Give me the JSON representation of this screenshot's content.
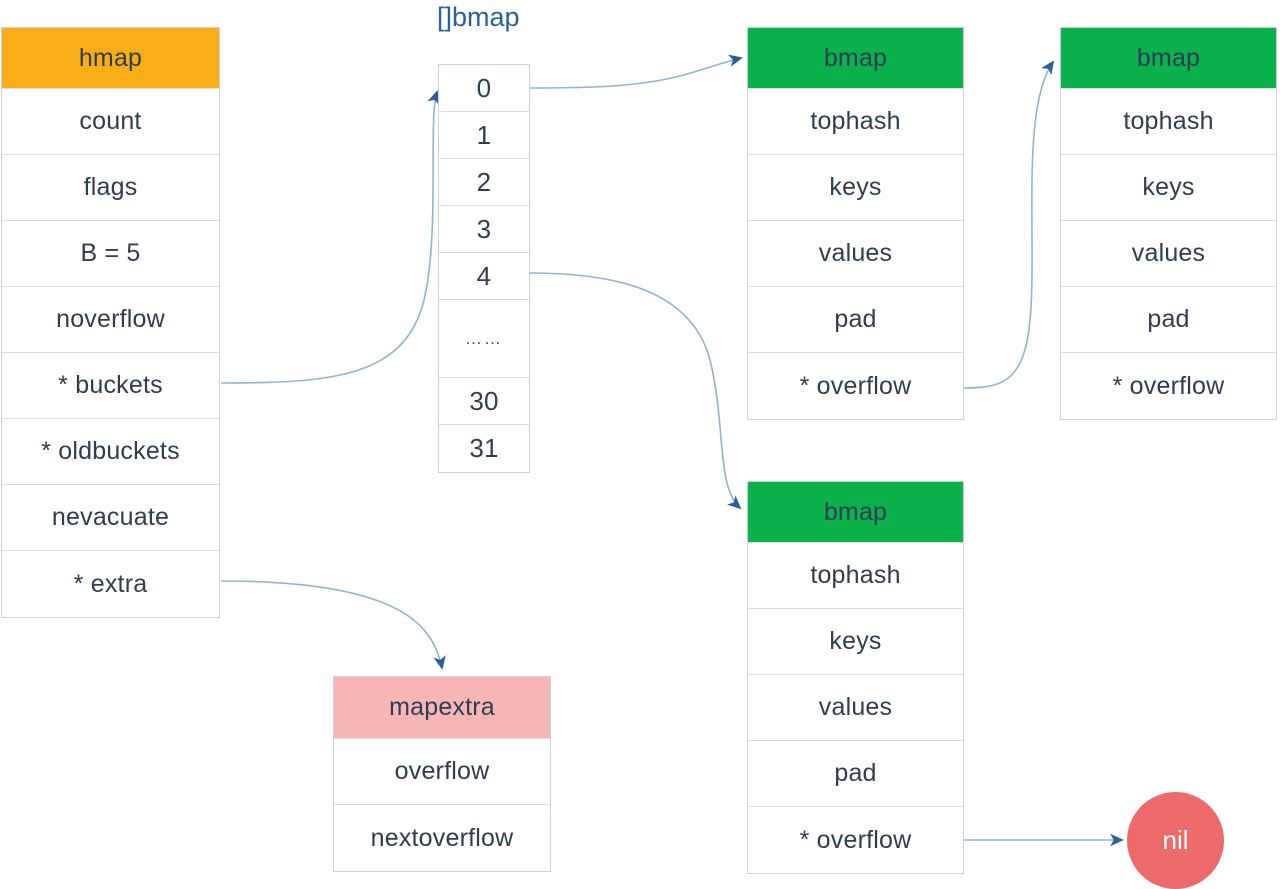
{
  "diagram": {
    "title_label": "[]bmap",
    "colors": {
      "hmap_header": "#f9ae17",
      "bmap_header": "#0bb14b",
      "mapextra_header": "#f6b6b6",
      "nil_circle": "#ec6a6a",
      "edge_line": "#8fb4d6",
      "arrow_head": "#2a6099",
      "text": "#2e3d52",
      "title_text": "#2a6099",
      "border": "#c9d3dd"
    },
    "hmap": {
      "header": "hmap",
      "fields": [
        "count",
        "flags",
        "B = 5",
        "noverflow",
        "* buckets",
        "* oldbuckets",
        "nevacuate",
        "* extra"
      ]
    },
    "bucket_array": {
      "title": "[]bmap",
      "cells": [
        "0",
        "1",
        "2",
        "3",
        "4",
        "……",
        "30",
        "31"
      ]
    },
    "bmap1": {
      "header": "bmap",
      "fields": [
        "tophash",
        "keys",
        "values",
        "pad",
        "* overflow"
      ]
    },
    "bmap2": {
      "header": "bmap",
      "fields": [
        "tophash",
        "keys",
        "values",
        "pad",
        "* overflow"
      ]
    },
    "bmap3": {
      "header": "bmap",
      "fields": [
        "tophash",
        "keys",
        "values",
        "pad",
        "* overflow"
      ]
    },
    "mapextra": {
      "header": "mapextra",
      "fields": [
        "overflow",
        "nextoverflow"
      ]
    },
    "nil_node": {
      "label": "nil"
    }
  }
}
